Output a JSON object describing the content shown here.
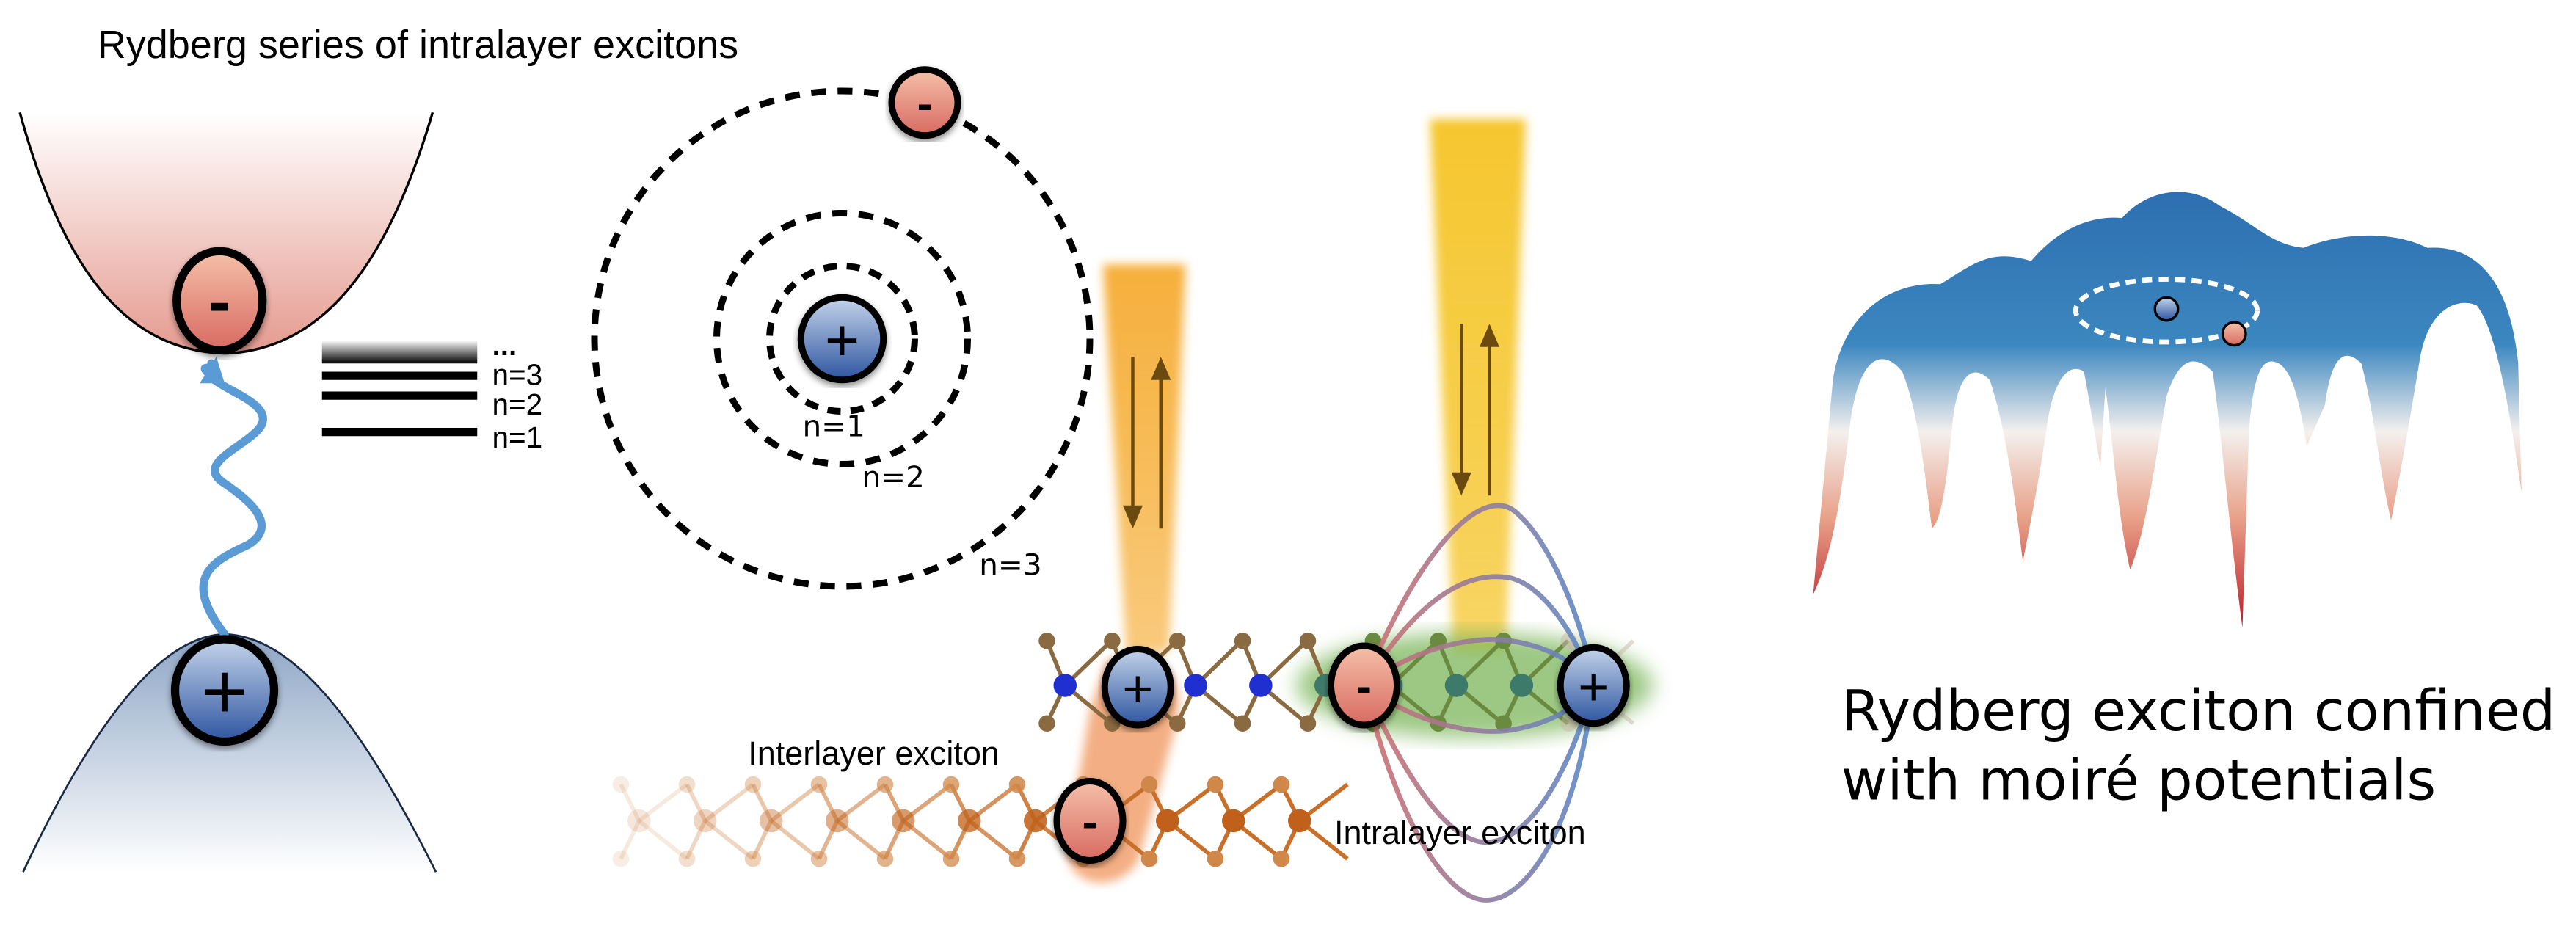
{
  "titles": {
    "rydberg_series": "Rydberg series of intralayer excitons",
    "moire_caption_line1": "Rydberg exciton confined",
    "moire_caption_line2": "with moiré potentials"
  },
  "band_diagram": {
    "conduction_charge": "-",
    "valence_charge": "+",
    "levels": [
      {
        "label": "n=1"
      },
      {
        "label": "n=2"
      },
      {
        "label": "n=3"
      }
    ],
    "continuum_label": "..."
  },
  "orbit_diagram": {
    "nucleus_charge": "+",
    "electron_charge": "-",
    "orbits": [
      {
        "label": "n=1"
      },
      {
        "label": "n=2"
      },
      {
        "label": "n=3"
      }
    ]
  },
  "heterostructure": {
    "interlayer_label": "Interlayer exciton",
    "intralayer_label": "Intralayer exciton",
    "hole_charge": "+",
    "electron_charge": "-"
  },
  "colors": {
    "electron_fill": "#e8998c",
    "hole_fill": "#6a8cc0",
    "photon_wave": "#5b9bd5",
    "beam_interlayer": "#f5a623",
    "beam_intralayer": "#f5c322",
    "arrow": "#6b4a10",
    "intralayer_glow": "#7cb65a",
    "interlayer_glow": "#f0945a",
    "moire_high": "#2d6fb0",
    "moire_low": "#c0202a"
  }
}
